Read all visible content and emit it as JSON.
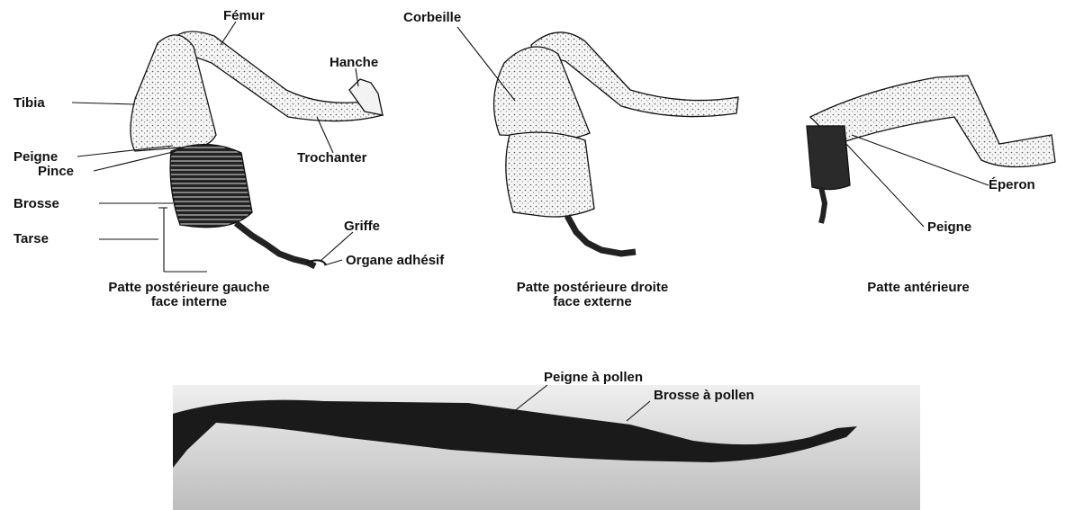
{
  "legs": {
    "left_hind": {
      "caption_line1": "Patte postérieure gauche",
      "caption_line2": "face interne",
      "labels": {
        "femur": "Fémur",
        "hanche": "Hanche",
        "tibia": "Tibia",
        "peigne": "Peigne",
        "pince": "Pince",
        "trochanter": "Trochanter",
        "brosse": "Brosse",
        "tarse": "Tarse",
        "griffe": "Griffe",
        "organe": "Organe adhésif"
      }
    },
    "right_hind": {
      "caption_line1": "Patte postérieure droite",
      "caption_line2": "face externe",
      "labels": {
        "corbeille": "Corbeille"
      }
    },
    "front": {
      "caption": "Patte antérieure",
      "labels": {
        "eperon": "Éperon",
        "peigne": "Peigne"
      }
    }
  },
  "photo": {
    "labels": {
      "peigne_pollen": "Peigne à pollen",
      "brosse_pollen": "Brosse à pollen"
    }
  },
  "colors": {
    "ink": "#111111",
    "fill": "#eeeeee",
    "photo_bg": "#d8d8d8",
    "photo_leg": "#1a1a1a"
  }
}
